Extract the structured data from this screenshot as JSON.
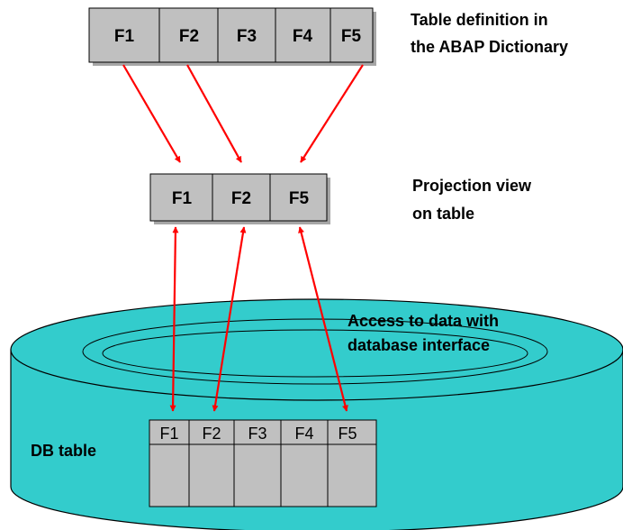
{
  "dictionary_table": {
    "fields": [
      "F1",
      "F2",
      "F3",
      "F4",
      "F5"
    ],
    "label_lines": [
      "Table definition in",
      "the ABAP Dictionary"
    ]
  },
  "projection_view": {
    "fields": [
      "F1",
      "F2",
      "F5"
    ],
    "label_lines": [
      "Projection view",
      "on table"
    ]
  },
  "database": {
    "access_label_lines": [
      "Access to data with",
      "database interface"
    ],
    "db_table_label": "DB table",
    "fields": [
      "F1",
      "F2",
      "F3",
      "F4",
      "F5"
    ]
  },
  "colors": {
    "table_fill": "#c0c0c0",
    "cylinder_fill": "#33cccc",
    "arrow": "#ff0000",
    "outline": "#000000"
  }
}
